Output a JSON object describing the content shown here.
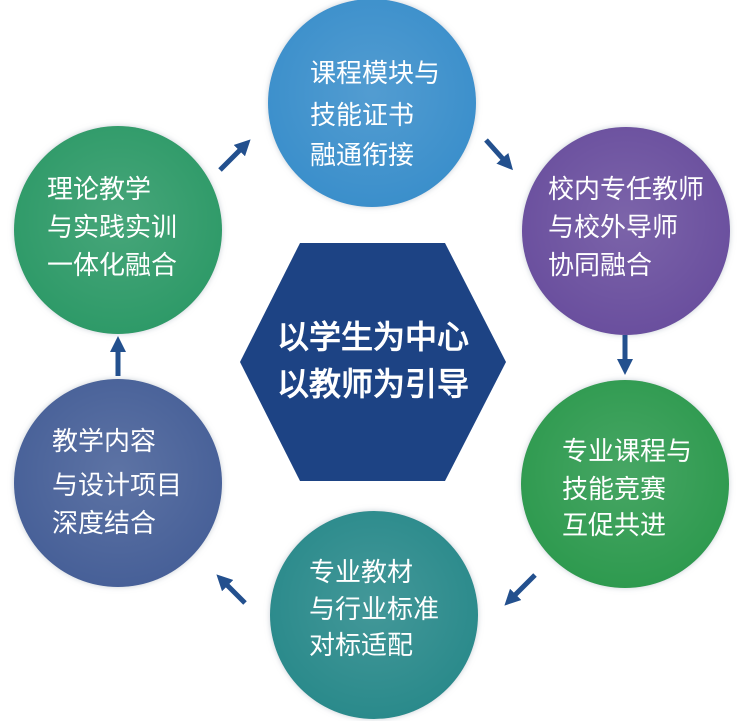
{
  "colors": {
    "arrow": "#23508e",
    "hexagon": "#1d4384",
    "text": "#ffffff"
  },
  "center": {
    "lines": [
      "以学生为中心",
      "以教师为引导"
    ]
  },
  "nodes": [
    {
      "color": "#3b8fcb",
      "lines": [
        "课程模块与",
        "技能证书",
        "融通衔接"
      ]
    },
    {
      "color": "#6b4f9e",
      "lines": [
        "校内专任教师",
        "与校外导师",
        "协同融合"
      ]
    },
    {
      "color": "#2f9a4f",
      "lines": [
        "专业课程与",
        "技能竞赛",
        "互促共进"
      ]
    },
    {
      "color": "#2a8a8b",
      "lines": [
        "专业教材",
        "与行业标准",
        "对标适配"
      ]
    },
    {
      "color": "#466098",
      "lines": [
        "教学内容",
        "与设计项目",
        "深度结合"
      ]
    },
    {
      "color": "#2e9a67",
      "lines": [
        "理论教学",
        "与实践实训",
        "一体化融合"
      ]
    }
  ]
}
